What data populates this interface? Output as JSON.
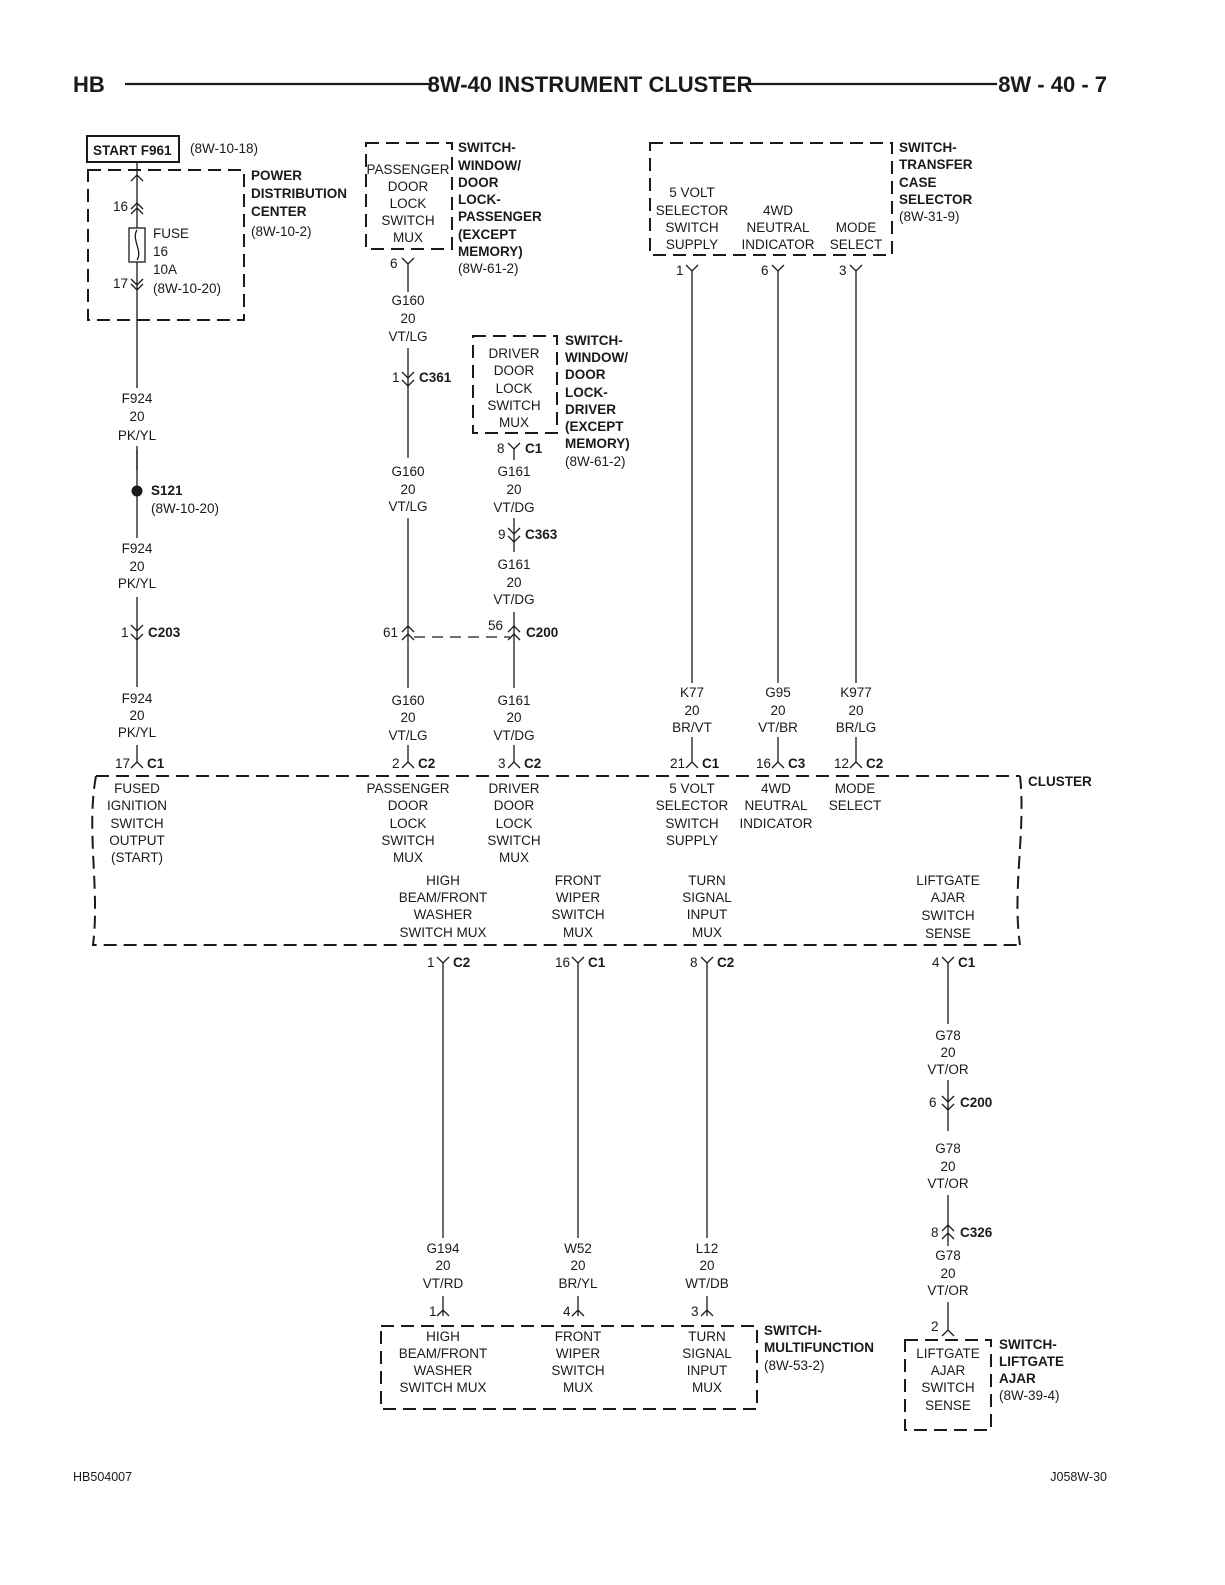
{
  "header": {
    "left": "HB",
    "title": "8W-40 INSTRUMENT CLUSTER",
    "right": "8W - 40 - 7"
  },
  "footer": {
    "left": "HB504007",
    "right": "J058W-30"
  },
  "components": {
    "start_fuse": {
      "label": "START F961",
      "ref": "(8W-10-18)"
    },
    "pdc": {
      "name": [
        "POWER",
        "DISTRIBUTION",
        "CENTER"
      ],
      "ref": "(8W-10-2)",
      "pin_in": "16",
      "pin_out": "17",
      "fuse": [
        "FUSE",
        "16",
        "10A",
        "(8W-10-20)"
      ]
    },
    "pass_switch": {
      "inner": [
        "PASSENGER",
        "DOOR",
        "LOCK",
        "SWITCH",
        "MUX"
      ],
      "name": [
        "SWITCH-",
        "WINDOW/",
        "DOOR",
        "LOCK-",
        "PASSENGER",
        "(EXCEPT",
        "MEMORY)"
      ],
      "ref": "(8W-61-2)",
      "pin": "6"
    },
    "driver_switch": {
      "inner": [
        "DRIVER",
        "DOOR",
        "LOCK",
        "SWITCH",
        "MUX"
      ],
      "name": [
        "SWITCH-",
        "WINDOW/",
        "DOOR",
        "LOCK-",
        "DRIVER",
        "(EXCEPT",
        "MEMORY)"
      ],
      "ref": "(8W-61-2)",
      "pin": "8",
      "conn": "C1"
    },
    "transfer_switch": {
      "cells": [
        [
          "5 VOLT",
          "SELECTOR",
          "SWITCH",
          "SUPPLY"
        ],
        [
          "4WD",
          "NEUTRAL",
          "INDICATOR"
        ],
        [
          "MODE",
          "SELECT"
        ]
      ],
      "pins": [
        "1",
        "6",
        "3"
      ],
      "name": [
        "SWITCH-",
        "TRANSFER",
        "CASE",
        "SELECTOR"
      ],
      "ref": "(8W-31-9)"
    },
    "splice": {
      "label": "S121",
      "ref": "(8W-10-20)"
    },
    "cluster": {
      "name": "CLUSTER",
      "top_cells": [
        [
          "FUSED",
          "IGNITION",
          "SWITCH",
          "OUTPUT",
          "(START)"
        ],
        [
          "PASSENGER",
          "DOOR",
          "LOCK",
          "SWITCH",
          "MUX"
        ],
        [
          "DRIVER",
          "DOOR",
          "LOCK",
          "SWITCH",
          "MUX"
        ],
        [
          "5 VOLT",
          "SELECTOR",
          "SWITCH",
          "SUPPLY"
        ],
        [
          "4WD",
          "NEUTRAL",
          "INDICATOR"
        ],
        [
          "MODE",
          "SELECT"
        ]
      ],
      "bottom_cells": [
        [
          "HIGH",
          "BEAM/FRONT",
          "WASHER",
          "SWITCH MUX"
        ],
        [
          "FRONT",
          "WIPER",
          "SWITCH",
          "MUX"
        ],
        [
          "TURN",
          "SIGNAL",
          "INPUT",
          "MUX"
        ],
        [
          "LIFTGATE",
          "AJAR",
          "SWITCH",
          "SENSE"
        ]
      ],
      "top_pins": [
        [
          "17",
          "C1"
        ],
        [
          "2",
          "C2"
        ],
        [
          "3",
          "C2"
        ],
        [
          "21",
          "C1"
        ],
        [
          "16",
          "C3"
        ],
        [
          "12",
          "C2"
        ]
      ],
      "bottom_pins": [
        [
          "1",
          "C2"
        ],
        [
          "16",
          "C1"
        ],
        [
          "8",
          "C2"
        ],
        [
          "4",
          "C1"
        ]
      ]
    },
    "multifunction": {
      "cells": [
        [
          "HIGH",
          "BEAM/FRONT",
          "WASHER",
          "SWITCH MUX"
        ],
        [
          "FRONT",
          "WIPER",
          "SWITCH",
          "MUX"
        ],
        [
          "TURN",
          "SIGNAL",
          "INPUT",
          "MUX"
        ]
      ],
      "pins": [
        "1",
        "4",
        "3"
      ],
      "name": [
        "SWITCH-",
        "MULTIFUNCTION"
      ],
      "ref": "(8W-53-2)"
    },
    "liftgate": {
      "inner": [
        "LIFTGATE",
        "AJAR",
        "SWITCH",
        "SENSE"
      ],
      "pin": "2",
      "name": [
        "SWITCH-",
        "LIFTGATE",
        "AJAR"
      ],
      "ref": "(8W-39-4)"
    }
  },
  "connectors": {
    "c361": {
      "pin": "1",
      "name": "C361"
    },
    "c363": {
      "pin": "9",
      "name": "C363"
    },
    "c203": {
      "pin": "1",
      "name": "C203"
    },
    "c200_left": {
      "pin": "61"
    },
    "c200_right": {
      "pin": "56",
      "name": "C200"
    },
    "c200_liftgate": {
      "pin": "6",
      "name": "C200"
    },
    "c326": {
      "pin": "8",
      "name": "C326"
    }
  },
  "wires": {
    "f924_a": [
      "F924",
      "20",
      "PK/YL"
    ],
    "f924_b": [
      "F924",
      "20",
      "PK/YL"
    ],
    "f924_c": [
      "F924",
      "20",
      "PK/YL"
    ],
    "g160_a": [
      "G160",
      "20",
      "VT/LG"
    ],
    "g160_b": [
      "G160",
      "20",
      "VT/LG"
    ],
    "g160_c": [
      "G160",
      "20",
      "VT/LG"
    ],
    "g161_a": [
      "G161",
      "20",
      "VT/DG"
    ],
    "g161_b": [
      "G161",
      "20",
      "VT/DG"
    ],
    "g161_c": [
      "G161",
      "20",
      "VT/DG"
    ],
    "k77": [
      "K77",
      "20",
      "BR/VT"
    ],
    "g95": [
      "G95",
      "20",
      "VT/BR"
    ],
    "k977": [
      "K977",
      "20",
      "BR/LG"
    ],
    "g194": [
      "G194",
      "20",
      "VT/RD"
    ],
    "w52": [
      "W52",
      "20",
      "BR/YL"
    ],
    "l12": [
      "L12",
      "20",
      "WT/DB"
    ],
    "g78_a": [
      "G78",
      "20",
      "VT/OR"
    ],
    "g78_b": [
      "G78",
      "20",
      "VT/OR"
    ],
    "g78_c": [
      "G78",
      "20",
      "VT/OR"
    ]
  }
}
